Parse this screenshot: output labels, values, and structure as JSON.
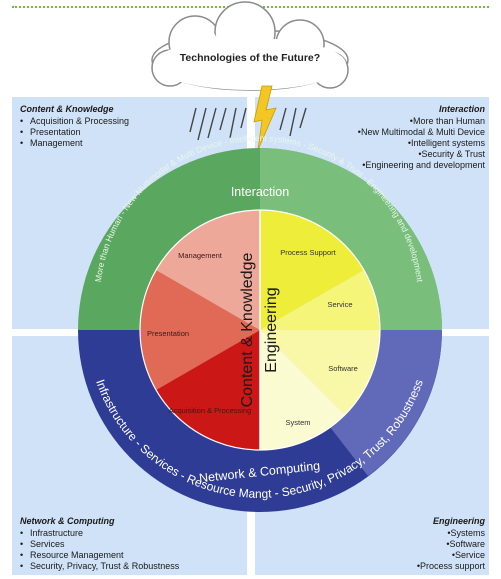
{
  "title": "Technologies of the Future?",
  "quadrants": {
    "top_left": {
      "title": "Content & Knowledge",
      "items": [
        "Acquisition & Processing",
        "Presentation",
        "Management"
      ]
    },
    "top_right": {
      "title": "Interaction",
      "items": [
        "More than Human",
        "New Multimodal & Multi Device",
        "Intelligent systems",
        "Security & Trust",
        "Engineering and development"
      ]
    },
    "bottom_left": {
      "title": "Network & Computing",
      "items": [
        "Infrastructure",
        "Services",
        "Resource Management",
        "Security, Privacy, Trust & Robustness"
      ]
    },
    "bottom_right": {
      "title": "Engineering",
      "items": [
        "Systems",
        "Software",
        "Service",
        "Process support"
      ]
    }
  },
  "wheel": {
    "left_center_label": "Content & Knowledge",
    "right_center_label": "Engineering",
    "left_segments": [
      "Management",
      "Presentation",
      "Acquisition & Processing"
    ],
    "right_segments": [
      "Process Support",
      "Service",
      "Software",
      "System"
    ],
    "ring_top_label": "Interaction",
    "ring_top_arc_text": "More than Human - New Multimodal & Multi Device - Intelligent systems - Security & Trust - Engineering and development",
    "ring_bottom_label": "Network & Computing",
    "ring_bottom_arc_text": "Infrastructure - Services - Resource Mangt - Security, Privacy, Trust, Robustness"
  },
  "colors": {
    "quadrant_bg": "#cfe2f7",
    "ring_green": "#5aa85f",
    "ring_blue": "#2e3c95",
    "left_segments": [
      "#eea89a",
      "#e06a55",
      "#cc1717"
    ],
    "right_segments": [
      "#eeee3a",
      "#f5f57a",
      "#f8f8a8",
      "#fbfbd2"
    ]
  }
}
